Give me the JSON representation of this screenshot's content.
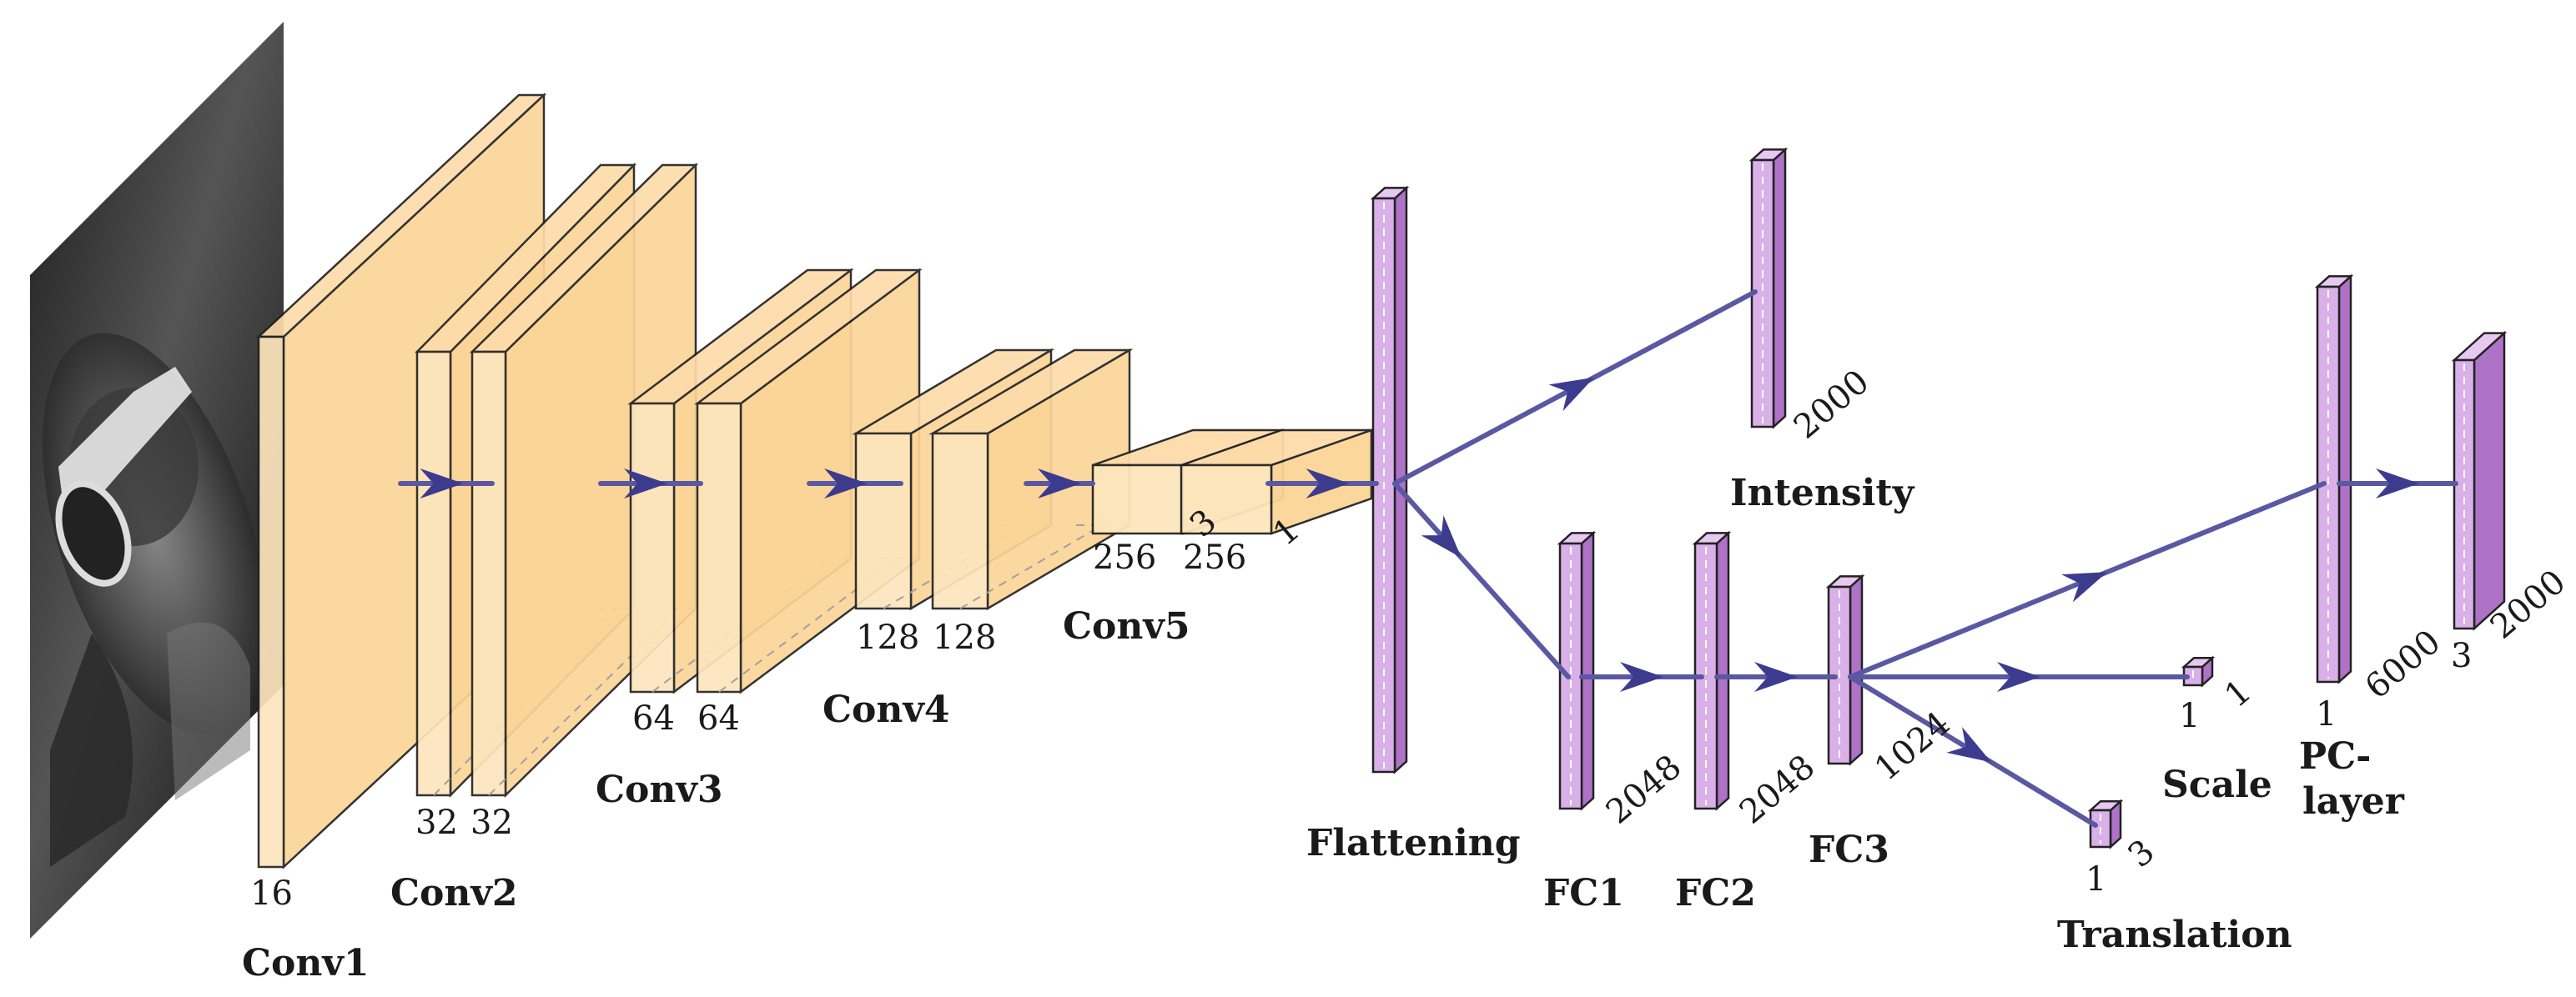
{
  "colors": {
    "conv_fill": "#fbd597",
    "conv_side": "#f4bb6a",
    "conv_front": "#fde6bd",
    "fc_front": "#d9b0e8",
    "fc_side": "#ae72c7",
    "fc_top": "#e6c8f0",
    "arrow": "#3d3b8e",
    "line": "#5a58a3"
  },
  "input_image": {
    "icon": "face-photo-icon"
  },
  "layers": {
    "conv1": {
      "name": "Conv1",
      "dims": [
        "16"
      ]
    },
    "conv2": {
      "name": "Conv2",
      "dims": [
        "32",
        "32"
      ]
    },
    "conv3": {
      "name": "Conv3",
      "dims": [
        "64",
        "64"
      ]
    },
    "conv4": {
      "name": "Conv4",
      "dims": [
        "128",
        "128"
      ]
    },
    "conv5": {
      "name": "Conv5",
      "dims": [
        "256",
        "256"
      ],
      "depth_labels": [
        "3",
        "1"
      ]
    },
    "flattening": {
      "name": "Flattening"
    },
    "intensity": {
      "name": "Intensity",
      "dim": "2000"
    },
    "fc1": {
      "name": "FC1",
      "dim": "2048"
    },
    "fc2": {
      "name": "FC2",
      "dim": "2048"
    },
    "fc3": {
      "name": "FC3",
      "dim": "1024"
    },
    "scale": {
      "name": "Scale",
      "dims": [
        "1",
        "1"
      ]
    },
    "translation": {
      "name": "Translation",
      "dims": [
        "1",
        "3"
      ]
    },
    "pc_layer": {
      "name_line1": "PC-",
      "name_line2": "layer",
      "dims": [
        "1",
        "6000"
      ]
    },
    "output": {
      "dims": [
        "3",
        "2000"
      ]
    }
  }
}
